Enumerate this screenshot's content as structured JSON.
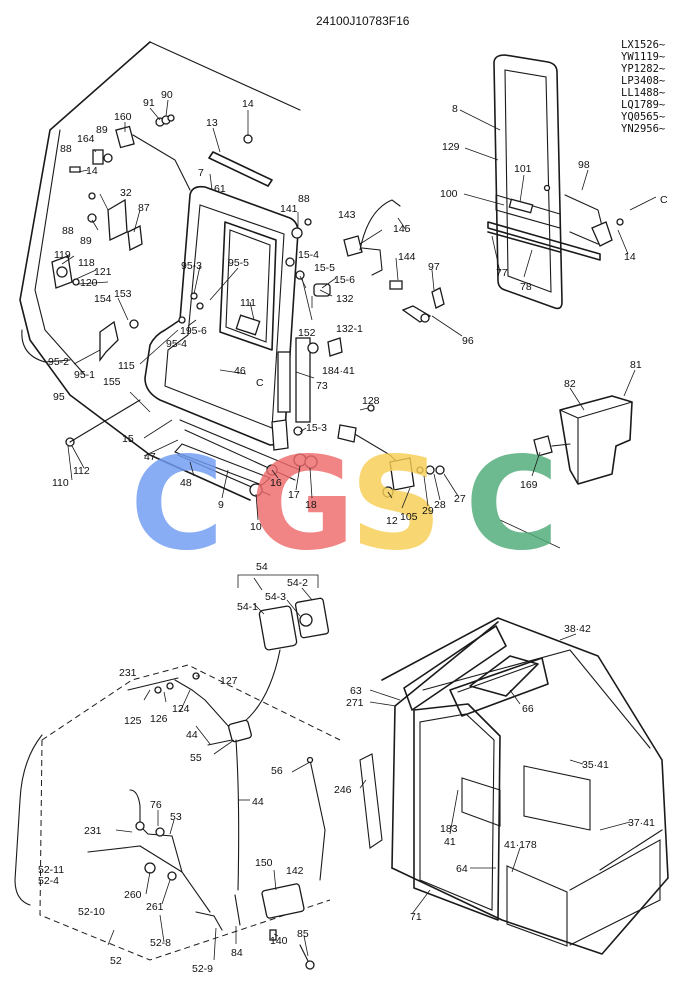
{
  "header": {
    "drawing_number": "24100J10783F16",
    "serial_codes": [
      "LX1526~",
      "YW1119~",
      "YP1282~",
      "LP3408~",
      "LL1488~",
      "LQ1789~",
      "YQ0565~",
      "YN2956~"
    ]
  },
  "watermark": {
    "letters": [
      "C",
      "G",
      "S",
      "C"
    ],
    "colors": [
      "#6f9cf2",
      "#ef6b6b",
      "#f7cf55",
      "#4fac78"
    ]
  },
  "callouts": {
    "door": [
      "91",
      "90",
      "14",
      "160",
      "89",
      "164",
      "88",
      "13",
      "14",
      "7",
      "61",
      "32",
      "88",
      "87",
      "89",
      "88",
      "141",
      "119",
      "118",
      "121",
      "120",
      "153",
      "95-3",
      "95-5",
      "154",
      "111",
      "115",
      "195-6",
      "95-4",
      "95-2",
      "95-1",
      "155",
      "95",
      "46",
      "C",
      "15",
      "47",
      "48",
      "9",
      "110",
      "112",
      "10",
      "16",
      "17",
      "18",
      "15-3",
      "73",
      "184·41",
      "152",
      "132-1",
      "132",
      "15-4",
      "15-5",
      "15-6",
      "143",
      "145",
      "144",
      "97",
      "96",
      "128",
      "12",
      "105",
      "29",
      "28",
      "27"
    ],
    "window": [
      "8",
      "129",
      "101",
      "98",
      "100",
      "C",
      "77",
      "78",
      "14"
    ],
    "cover": [
      "82",
      "81",
      "169"
    ],
    "lamp": [
      "54",
      "54-2",
      "54-3",
      "54-1"
    ],
    "harness": [
      "231",
      "127",
      "125",
      "126",
      "124",
      "44",
      "55",
      "44",
      "56",
      "76",
      "53",
      "231",
      "52-11",
      "52-4",
      "260",
      "261",
      "52-10",
      "150",
      "142",
      "52-8",
      "140",
      "85",
      "52",
      "84",
      "52-9"
    ],
    "cab": [
      "38·42",
      "63",
      "271",
      "66",
      "246",
      "35·41",
      "183",
      "41",
      "41·178",
      "37·41",
      "64",
      "71"
    ]
  }
}
